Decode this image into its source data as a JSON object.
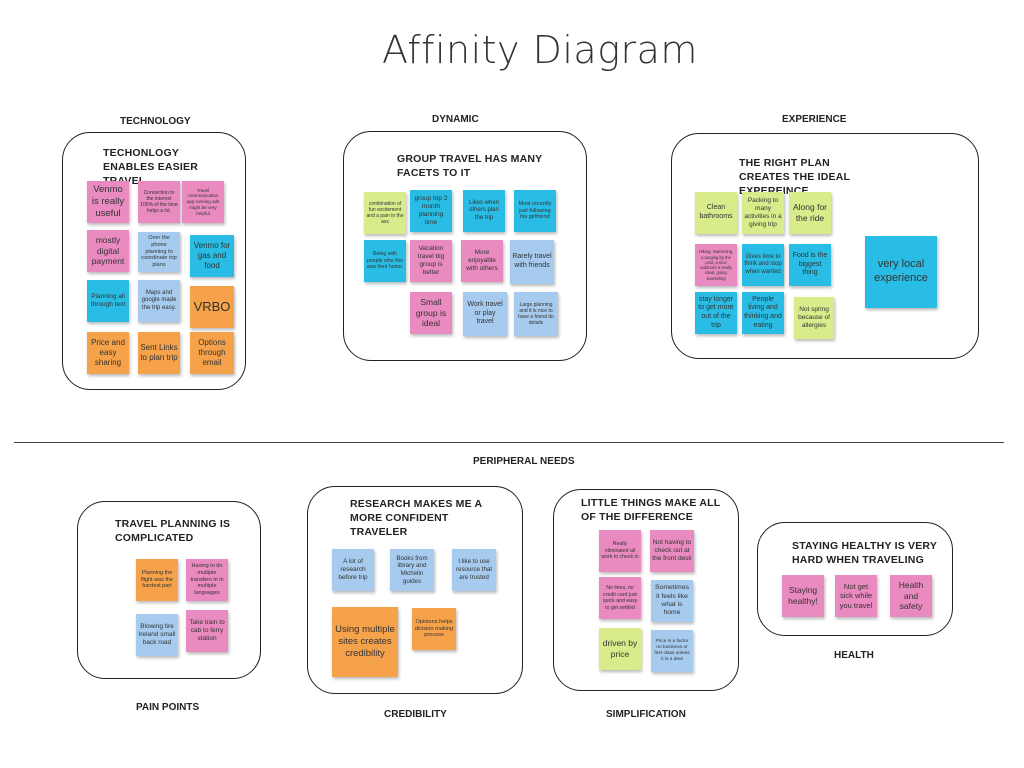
{
  "title": "Affinity Diagram",
  "colors": {
    "pink": "#e98ac0",
    "blue": "#a6cbee",
    "cyan": "#29bde6",
    "orange": "#f6a24a",
    "green": "#d8ec8c"
  },
  "top_categories": [
    "TECHNOLOGY",
    "DYNAMIC",
    "EXPERIENCE"
  ],
  "peripheral_label": "PERIPHERAL NEEDS",
  "bottom_categories": [
    "PAIN POINTS",
    "CREDIBILITY",
    "SIMPLIFICATION",
    "HEALTH"
  ],
  "groups": {
    "technology": {
      "heading": "TECHONLOGY ENABLES EASIER TRAVEL",
      "notes": [
        {
          "text": "Venmo is really useful",
          "color": "pink"
        },
        {
          "text": "Connection to the internet 100% of the time helps a lot.",
          "color": "pink"
        },
        {
          "text": "Travel communication app running ads might be very helpful",
          "color": "pink"
        },
        {
          "text": "mostly digital payment",
          "color": "pink"
        },
        {
          "text": "Over the phone planning to coordinate trip plans",
          "color": "blue"
        },
        {
          "text": "Venmo for gas and food",
          "color": "cyan"
        },
        {
          "text": "Planning all through text",
          "color": "cyan"
        },
        {
          "text": "Maps and google made the trip easy.",
          "color": "blue"
        },
        {
          "text": "VRBO",
          "color": "orange"
        },
        {
          "text": "Price and easy sharing",
          "color": "orange"
        },
        {
          "text": "Sent Links to plan trip",
          "color": "orange"
        },
        {
          "text": "Options through email",
          "color": "orange"
        }
      ]
    },
    "dynamic": {
      "heading": "GROUP TRAVEL HAS MANY FACETS TO IT",
      "notes": [
        {
          "text": "combination of fun excitement and a pain in the ass",
          "color": "green"
        },
        {
          "text": "group trip 2 month planning time",
          "color": "cyan"
        },
        {
          "text": "Likes when others plan the trip",
          "color": "cyan"
        },
        {
          "text": "Most recently just following his girlfriend",
          "color": "cyan"
        },
        {
          "text": "Being with people who this was their home.",
          "color": "cyan"
        },
        {
          "text": "Vacation travel big group is better",
          "color": "pink"
        },
        {
          "text": "More enjoyable with others",
          "color": "pink"
        },
        {
          "text": "Rarely travel with friends",
          "color": "blue"
        },
        {
          "text": "Small group is ideal",
          "color": "pink"
        },
        {
          "text": "Work travel or play travel",
          "color": "blue"
        },
        {
          "text": "Large planning and it is nice to have a friend do details",
          "color": "blue"
        }
      ]
    },
    "experience": {
      "heading": "THE RIGHT PLAN CREATES THE IDEAL EXPEREINCE",
      "notes": [
        {
          "text": "Clean bathrooms",
          "color": "green"
        },
        {
          "text": "Packing to many activities in a giving trip",
          "color": "green"
        },
        {
          "text": "Along for the ride",
          "color": "green"
        },
        {
          "text": "Hiking, Swimming, Lounging by the pool, a nice outdoors is really ideal, going snorkeling",
          "color": "pink"
        },
        {
          "text": "Gives time to think and stop when wanted",
          "color": "cyan"
        },
        {
          "text": "Food is the biggest thing",
          "color": "cyan"
        },
        {
          "text": "stay longer to get more out of the trip",
          "color": "cyan"
        },
        {
          "text": "People living and thinking and eating",
          "color": "cyan"
        },
        {
          "text": "Not spring because of allergies",
          "color": "green"
        },
        {
          "text": "very local experience",
          "color": "cyan"
        }
      ]
    },
    "pain_points": {
      "heading": "TRAVEL PLANNING IS COMPLICATED",
      "notes": [
        {
          "text": "Planning the flight was the hardest part",
          "color": "orange"
        },
        {
          "text": "Having to do multiple transfers in in multiple languages",
          "color": "pink"
        },
        {
          "text": "Blowing tire Ireland small back road",
          "color": "blue"
        },
        {
          "text": "Take train to cab to ferry station",
          "color": "pink"
        }
      ]
    },
    "credibility": {
      "heading": "RESEARCH MAKES ME A MORE CONFIDENT TRAVELER",
      "notes": [
        {
          "text": "A lot of research before trip",
          "color": "blue"
        },
        {
          "text": "Books from library and Michelin guides",
          "color": "blue"
        },
        {
          "text": "I like to use resource that are trusted",
          "color": "blue"
        },
        {
          "text": "Using multiple sites creates credibility",
          "color": "orange"
        },
        {
          "text": "Opinions helps dicision making process",
          "color": "orange"
        }
      ]
    },
    "simplification": {
      "heading": "LITTLE THINGS MAKE ALL OF THE DIFFERENCE",
      "notes": [
        {
          "text": "Really eliminated all work to check in",
          "color": "pink"
        },
        {
          "text": "Not having to check out at the front desk",
          "color": "pink"
        },
        {
          "text": "No lines, no credit card just quick and easy to get settled",
          "color": "pink"
        },
        {
          "text": "Sometimes it feels like what is home",
          "color": "blue"
        },
        {
          "text": "driven by price",
          "color": "green"
        },
        {
          "text": "Price is a factor no business or first class unless it is a deal",
          "color": "blue"
        }
      ]
    },
    "health": {
      "heading": "STAYING HEALTHY IS VERY HARD WHEN TRAVELING",
      "notes": [
        {
          "text": "Staying healthy!",
          "color": "pink"
        },
        {
          "text": "Not get sick while you travel",
          "color": "pink"
        },
        {
          "text": "Health and safety",
          "color": "pink"
        }
      ]
    }
  }
}
